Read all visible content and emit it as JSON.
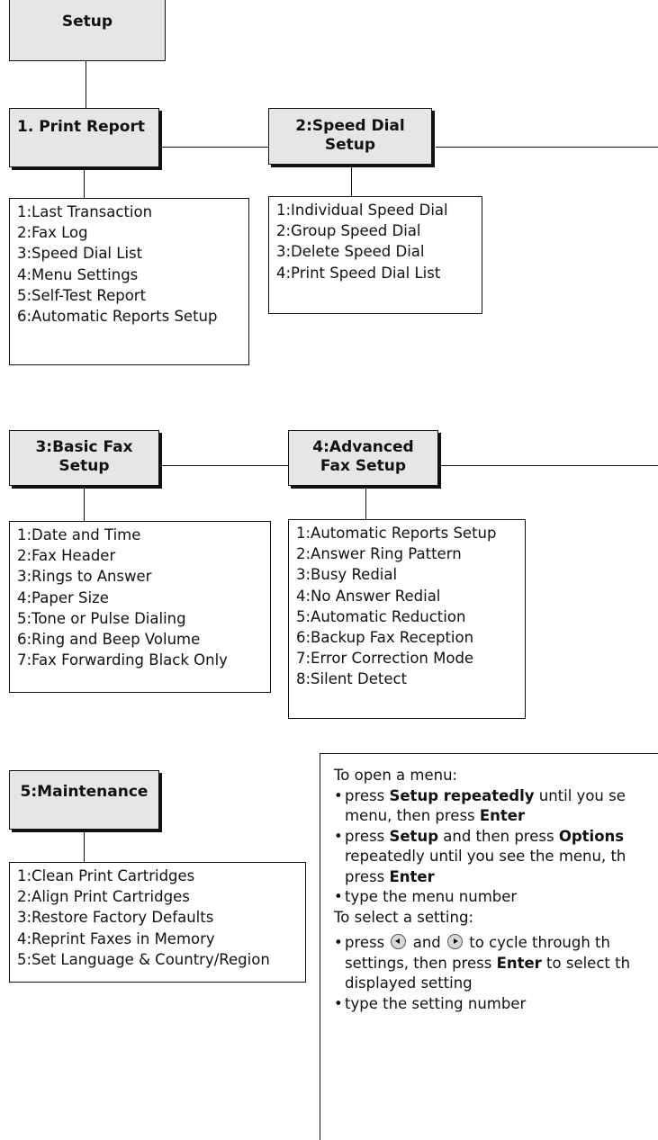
{
  "setup": {
    "label": "Setup"
  },
  "menus": [
    {
      "title": "1. Print Report",
      "items": [
        "1:Last Transaction",
        "2:Fax Log",
        "3:Speed Dial List",
        "4:Menu Settings",
        "5:Self-Test Report",
        "6:Automatic Reports Setup"
      ]
    },
    {
      "title_line1": "2:Speed Dial",
      "title_line2": "Setup",
      "items": [
        "1:Individual Speed Dial",
        "2:Group Speed Dial",
        "3:Delete Speed Dial",
        "4:Print Speed Dial List"
      ]
    },
    {
      "title_line1": "3:Basic Fax",
      "title_line2": "Setup",
      "items": [
        "1:Date and Time",
        "2:Fax Header",
        "3:Rings to Answer",
        "4:Paper Size",
        "5:Tone or Pulse Dialing",
        "6:Ring and Beep Volume",
        "7:Fax Forwarding Black Only"
      ]
    },
    {
      "title_line1": "4:Advanced",
      "title_line2": "Fax Setup",
      "items": [
        "1:Automatic Reports Setup",
        "2:Answer Ring Pattern",
        "3:Busy Redial",
        "4:No Answer Redial",
        "5:Automatic Reduction",
        "6:Backup Fax Reception",
        "7:Error Correction Mode",
        "8:Silent Detect"
      ]
    },
    {
      "title": "5:Maintenance",
      "items": [
        "1:Clean Print Cartridges",
        "2:Align Print Cartridges",
        "3:Restore Factory Defaults",
        "4:Reprint Faxes in Memory",
        "5:Set Language & Country/Region"
      ]
    }
  ],
  "instructions": {
    "open_heading": "To open a menu:",
    "open_b1_pre": "press ",
    "open_b1_bold": "Setup repeatedly",
    "open_b1_post": " until you se",
    "open_b1_cont_pre": "menu, then press ",
    "open_b1_cont_bold": "Enter",
    "open_b2_pre": "press ",
    "open_b2_bold1": "Setup",
    "open_b2_mid": " and then press ",
    "open_b2_bold2": "Options",
    "open_b2_cont": "repeatedly until you see the menu, th",
    "open_b2_cont2_pre": "press ",
    "open_b2_cont2_bold": "Enter",
    "open_b3": "type the menu number",
    "select_heading": "To select a setting:",
    "sel_b1_pre": "press ",
    "sel_b1_and": " and ",
    "sel_b1_post": " to cycle through th",
    "sel_b1_cont_pre": "settings, then press ",
    "sel_b1_cont_bold": "Enter",
    "sel_b1_cont_post": " to select th",
    "sel_b1_cont2": "displayed setting",
    "sel_b2": "type the setting number",
    "bullet": "•"
  }
}
